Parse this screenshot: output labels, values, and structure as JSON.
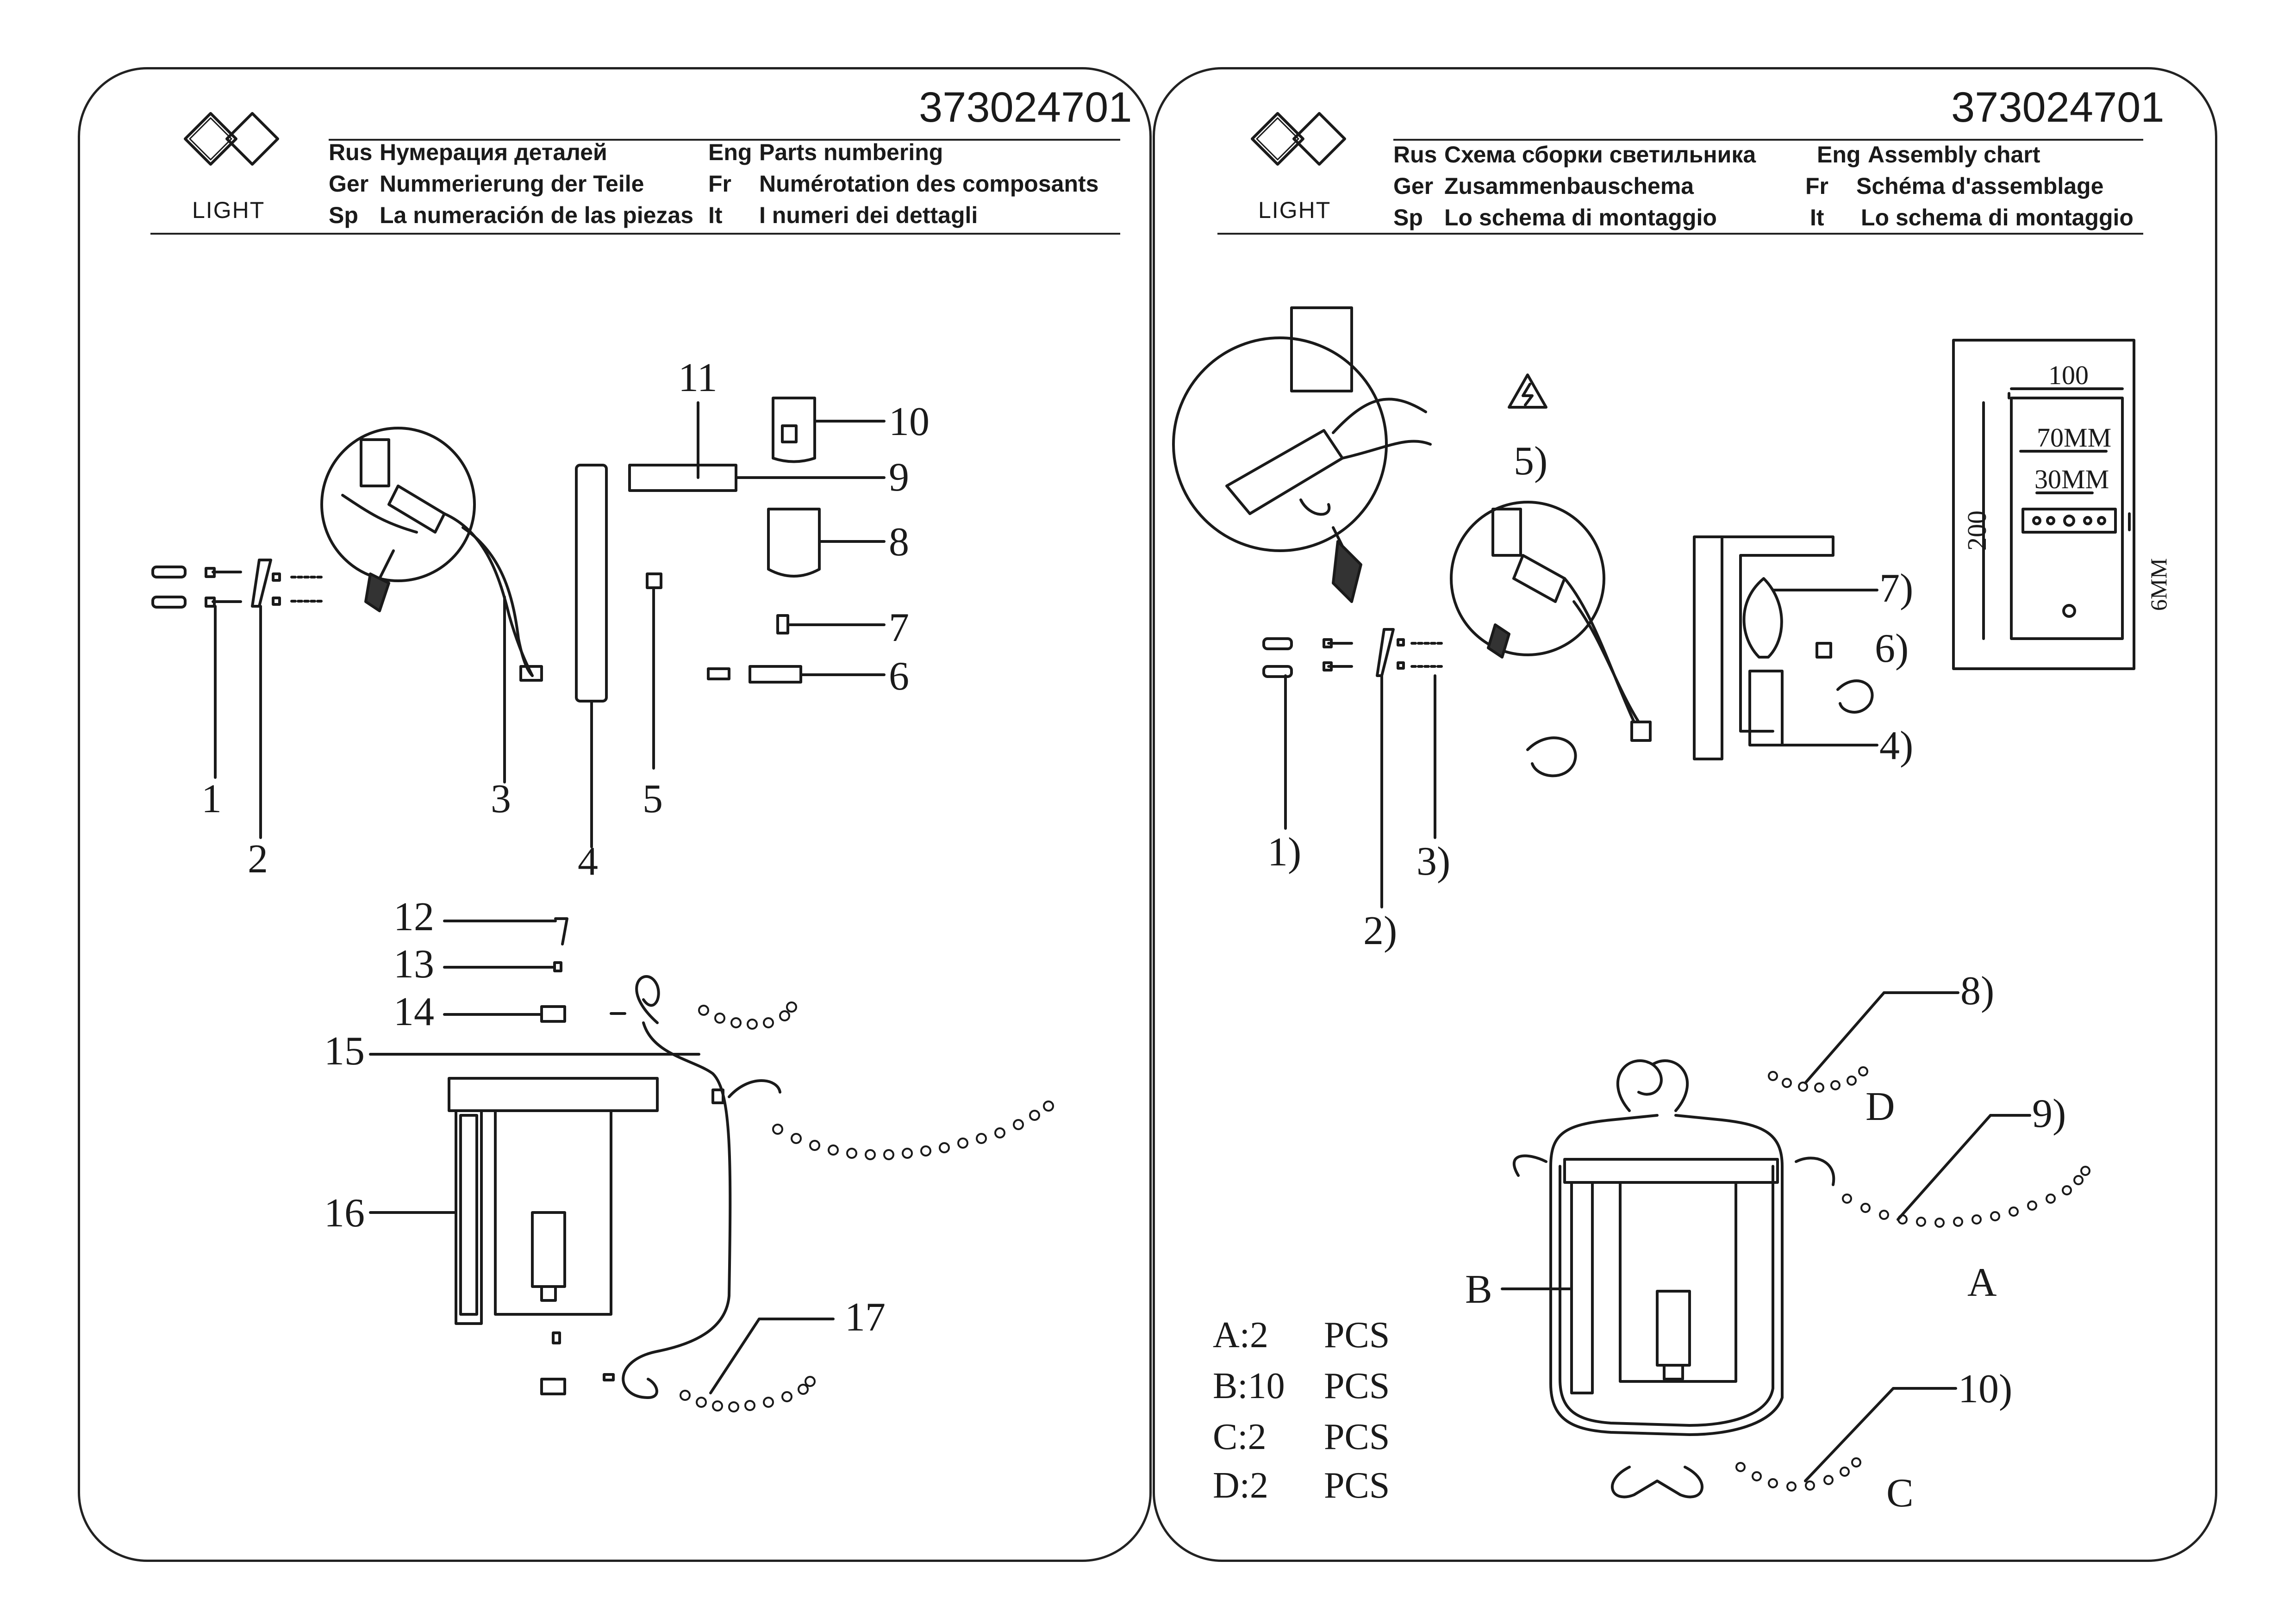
{
  "left": {
    "product_code": "373024701",
    "logo_text": "LIGHT",
    "headings": [
      {
        "lang": "Rus",
        "text": "Нумерация деталей"
      },
      {
        "lang": "Ger",
        "text": "Nummerierung der Teile"
      },
      {
        "lang": "Sp",
        "text": "La numeración de las piezas"
      },
      {
        "lang": "Eng",
        "text": "Parts numbering"
      },
      {
        "lang": "Fr",
        "text": "Numérotation des composants"
      },
      {
        "lang": "It",
        "text": "I numeri dei dettagli"
      }
    ],
    "part_numbers": [
      "1",
      "2",
      "3",
      "4",
      "5",
      "6",
      "7",
      "8",
      "9",
      "10",
      "11",
      "12",
      "13",
      "14",
      "15",
      "16",
      "17"
    ]
  },
  "right": {
    "product_code": "373024701",
    "logo_text": "LIGHT",
    "headings": [
      {
        "lang": "Rus",
        "text": "Схема сборки светильника"
      },
      {
        "lang": "Ger",
        "text": "Zusammenbauschema"
      },
      {
        "lang": "Sp",
        "text": "Lo schema di montaggio"
      },
      {
        "lang": "Eng",
        "text": "Assembly chart"
      },
      {
        "lang": "Fr",
        "text": "Schéma d'assemblage"
      },
      {
        "lang": "It",
        "text": "Lo schema di montaggio"
      }
    ],
    "step_labels": [
      "1)",
      "2)",
      "3)",
      "4)",
      "5)",
      "6)",
      "7)",
      "8)",
      "9)",
      "10)"
    ],
    "letters": [
      "A",
      "B",
      "C",
      "D"
    ],
    "dimensions": {
      "width": "100",
      "height": "200",
      "outer": "70MM",
      "inner": "30MM",
      "hole": "6MM"
    },
    "pieces": [
      {
        "letter": "A:2",
        "unit": "PCS"
      },
      {
        "letter": "B:10",
        "unit": "PCS"
      },
      {
        "letter": "C:2",
        "unit": "PCS"
      },
      {
        "letter": "D:2",
        "unit": "PCS"
      }
    ]
  }
}
